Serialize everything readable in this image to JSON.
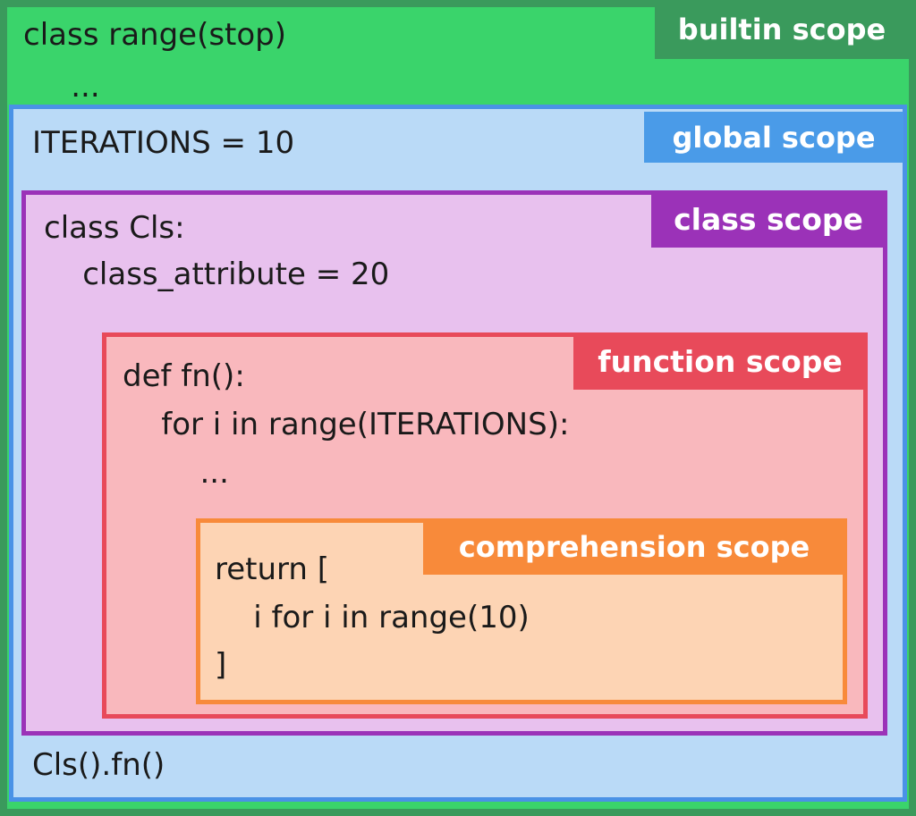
{
  "scopes": {
    "builtin": {
      "label": "builtin scope",
      "lines": [
        "class range(stop)",
        "    ..."
      ]
    },
    "global": {
      "label": "global scope",
      "lines": [
        "ITERATIONS = 10"
      ],
      "footer": "Cls().fn()"
    },
    "class": {
      "label": "class scope",
      "lines": [
        "class Cls:",
        "    class_attribute = 20"
      ]
    },
    "function": {
      "label": "function scope",
      "lines": [
        "def fn():",
        "    for i in range(ITERATIONS):",
        "        ..."
      ]
    },
    "comprehension": {
      "label": "comprehension scope",
      "lines": [
        "return [",
        "    i for i in range(10)",
        "]"
      ]
    }
  },
  "colors": {
    "builtin_fill": "#3ad46b",
    "builtin_border": "#3a9a5c",
    "global_fill": "#badaf7",
    "global_border": "#4a92e6",
    "class_fill": "#e8c1ee",
    "class_border": "#9b32b8",
    "function_fill": "#f9b8bd",
    "function_border": "#e84a5a",
    "comprehension_fill": "#fdd4b4",
    "comprehension_border": "#f88a3a"
  }
}
